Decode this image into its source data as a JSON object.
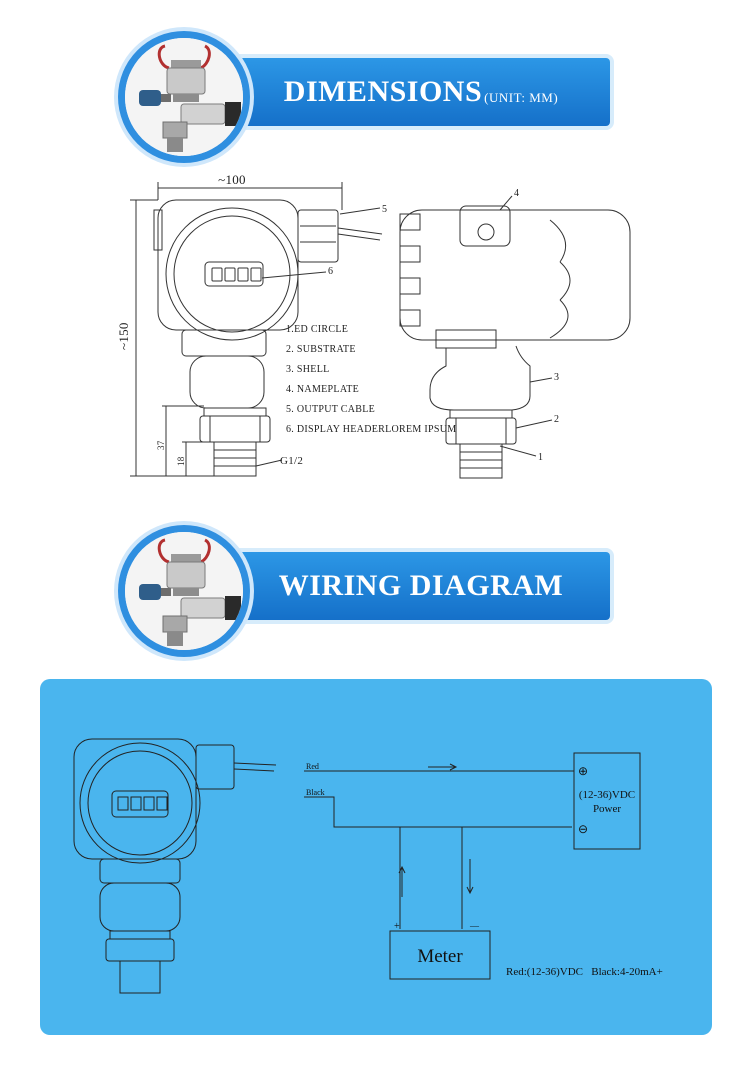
{
  "dimensions": {
    "title": "DIMENSIONS",
    "unit": "(UNIT: MM)",
    "width_label": "~100",
    "height_label": "~150",
    "dim_37": "37",
    "dim_18": "18",
    "thread_label": "G1/2",
    "callouts": [
      "1",
      "2",
      "3",
      "4",
      "5",
      "6"
    ],
    "legend": [
      "1.ED CIRCLE",
      "2. SUBSTRATE",
      "3. SHELL",
      "4. NAMEPLATE",
      "5. OUTPUT CABLE",
      "6. DISPLAY HEADERLOREM IPSUM"
    ]
  },
  "wiring": {
    "title": "WIRING DIAGRAM",
    "red_label": "Red",
    "black_label": "Black",
    "power_plus": "⊕",
    "power_line1": "(12-36)VDC",
    "power_line2": "Power",
    "power_minus": "⊖",
    "meter_label": "Meter",
    "meter_plus": "+",
    "meter_minus": "—",
    "footnote": "Red:(12-36)VDC   Black:4-20mA+"
  },
  "colors": {
    "banner": "#1d80d6",
    "panel": "#4ab5ee"
  }
}
